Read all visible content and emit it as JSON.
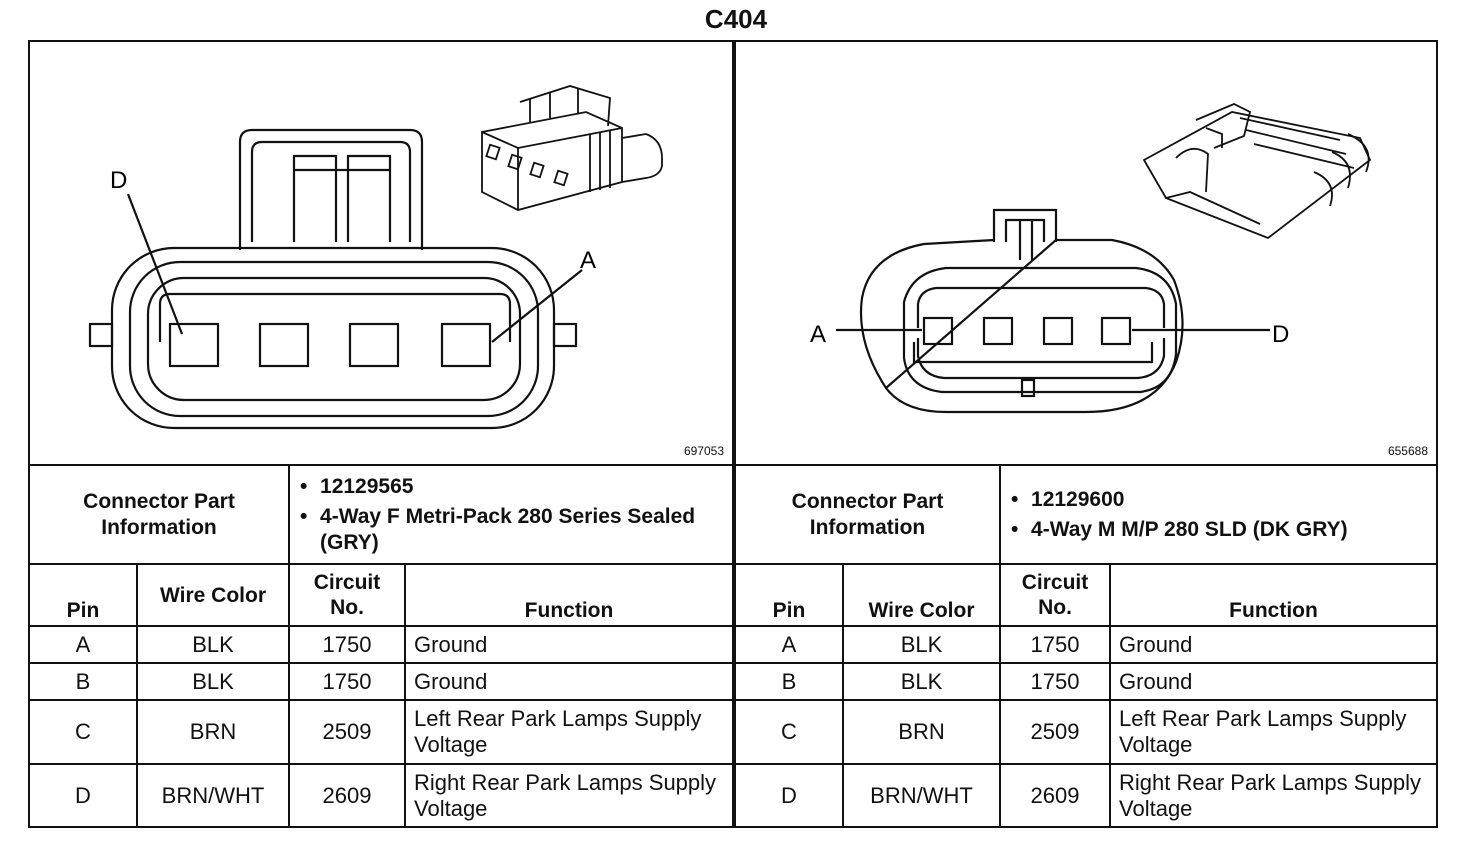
{
  "title": "C404",
  "left": {
    "figure_id": "697053",
    "labels": {
      "pin_left": "D",
      "pin_right": "A"
    },
    "info_label": "Connector Part Information",
    "info_items": [
      "12129565",
      "4-Way F Metri-Pack 280 Series Sealed (GRY)"
    ],
    "headers": {
      "pin": "Pin",
      "wire": "Wire Color",
      "circuit": "Circuit No.",
      "function": "Function"
    },
    "rows": [
      {
        "pin": "A",
        "wire": "BLK",
        "circuit": "1750",
        "function": "Ground"
      },
      {
        "pin": "B",
        "wire": "BLK",
        "circuit": "1750",
        "function": "Ground"
      },
      {
        "pin": "C",
        "wire": "BRN",
        "circuit": "2509",
        "function": "Left Rear Park Lamps Supply Voltage"
      },
      {
        "pin": "D",
        "wire": "BRN/WHT",
        "circuit": "2609",
        "function": "Right Rear Park Lamps Supply Voltage"
      }
    ]
  },
  "right": {
    "figure_id": "655688",
    "labels": {
      "pin_left": "A",
      "pin_right": "D"
    },
    "info_label": "Connector Part Information",
    "info_items": [
      "12129600",
      "4-Way M M/P 280 SLD (DK GRY)"
    ],
    "headers": {
      "pin": "Pin",
      "wire": "Wire Color",
      "circuit": "Circuit No.",
      "function": "Function"
    },
    "rows": [
      {
        "pin": "A",
        "wire": "BLK",
        "circuit": "1750",
        "function": "Ground"
      },
      {
        "pin": "B",
        "wire": "BLK",
        "circuit": "1750",
        "function": "Ground"
      },
      {
        "pin": "C",
        "wire": "BRN",
        "circuit": "2509",
        "function": "Left Rear Park Lamps Supply Voltage"
      },
      {
        "pin": "D",
        "wire": "BRN/WHT",
        "circuit": "2609",
        "function": "Right Rear Park Lamps Supply Voltage"
      }
    ]
  }
}
